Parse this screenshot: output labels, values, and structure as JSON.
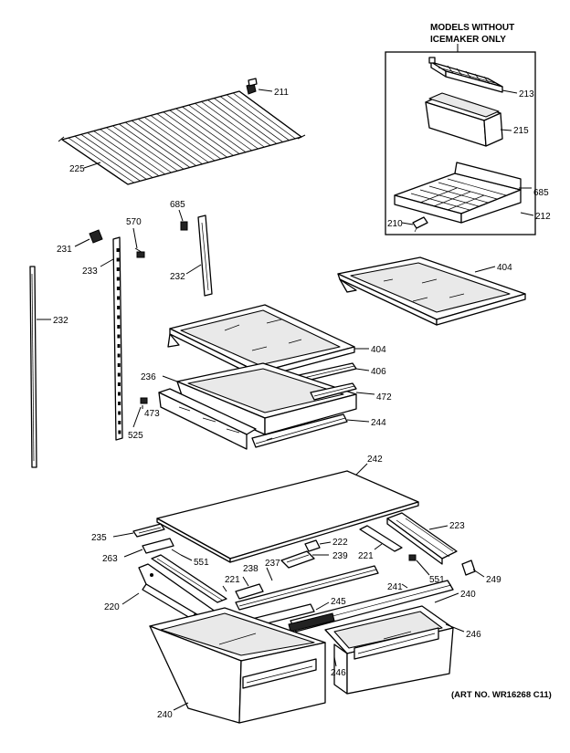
{
  "inset": {
    "title_line1": "MODELS WITHOUT",
    "title_line2": "ICEMAKER ONLY"
  },
  "art_number": "(ART NO. WR16268 C11)",
  "callouts": {
    "c211": "211",
    "c225": "225",
    "c685a": "685",
    "c570": "570",
    "c231": "231",
    "c233": "233",
    "c232a": "232",
    "c232b": "232",
    "c213": "213",
    "c215": "215",
    "c685b": "685",
    "c210": "210",
    "c212": "212",
    "c404a": "404",
    "c404b": "404",
    "c406": "406",
    "c236": "236",
    "c472": "472",
    "c473": "473",
    "c525": "525",
    "c244": "244",
    "c242": "242",
    "c235": "235",
    "c223": "223",
    "c222": "222",
    "c263": "263",
    "c239": "239",
    "c221a": "221",
    "c551a": "551",
    "c238": "238",
    "c237": "237",
    "c221b": "221",
    "c551b": "551",
    "c249": "249",
    "c241": "241",
    "c240a": "240",
    "c245": "245",
    "c220": "220",
    "c246a": "246",
    "c246b": "246",
    "c240b": "240"
  }
}
